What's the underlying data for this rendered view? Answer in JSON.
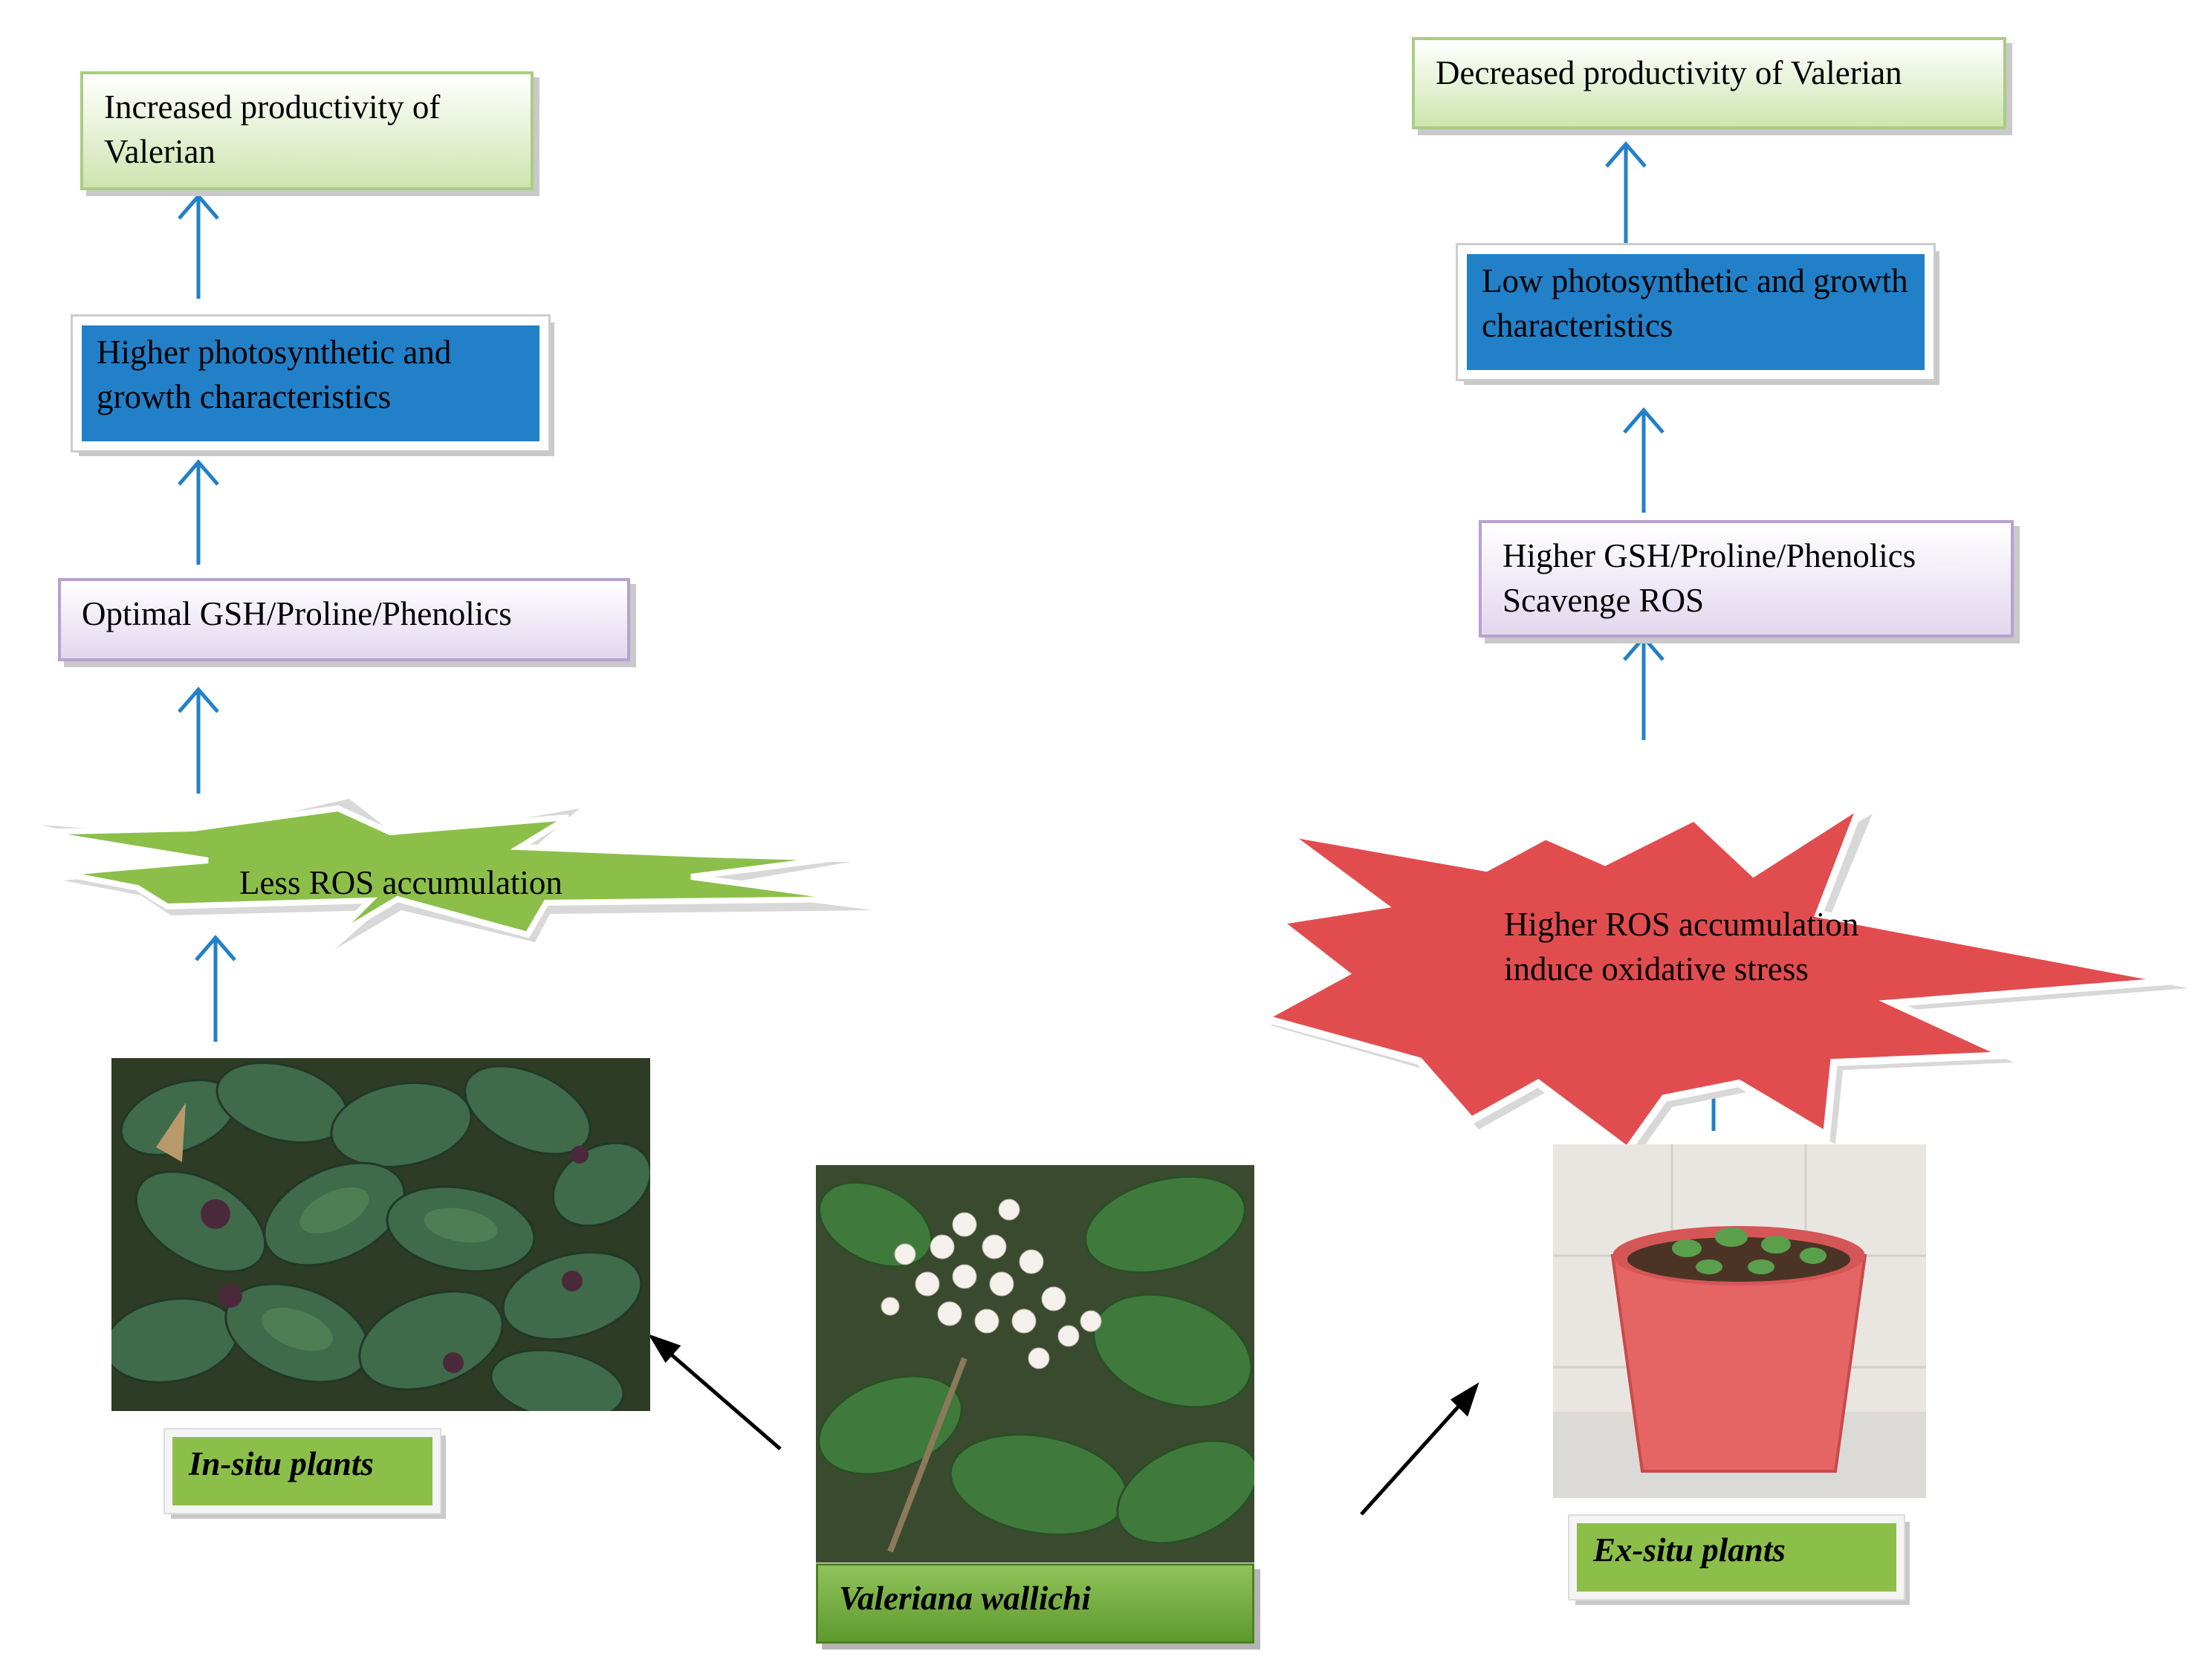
{
  "left": {
    "productivity": "Increased productivity of Valerian",
    "photosynthetic": "Higher photosynthetic and growth characteristics",
    "antioxidants": "Optimal GSH/Proline/Phenolics",
    "ros": "Less ROS accumulation",
    "plants_label": "In-situ  plants"
  },
  "right": {
    "productivity": "Decreased productivity of Valerian",
    "photosynthetic": "Low photosynthetic and growth characteristics",
    "antioxidants_line1": "Higher GSH/Proline/Phenolics",
    "antioxidants_line2": "Scavenge ROS",
    "ros_line1": "Higher ROS accumulation",
    "ros_line2": "induce oxidative stress",
    "plants_label": "Ex-situ  plants"
  },
  "center": {
    "species_label": "Valeriana wallichi"
  },
  "colors": {
    "arrow_blue": "#2280c8",
    "box_blue": "#2280c8",
    "burst_green": "#8cbf4a",
    "burst_red": "#e14d4f",
    "label_green": "#8cbf4a"
  }
}
